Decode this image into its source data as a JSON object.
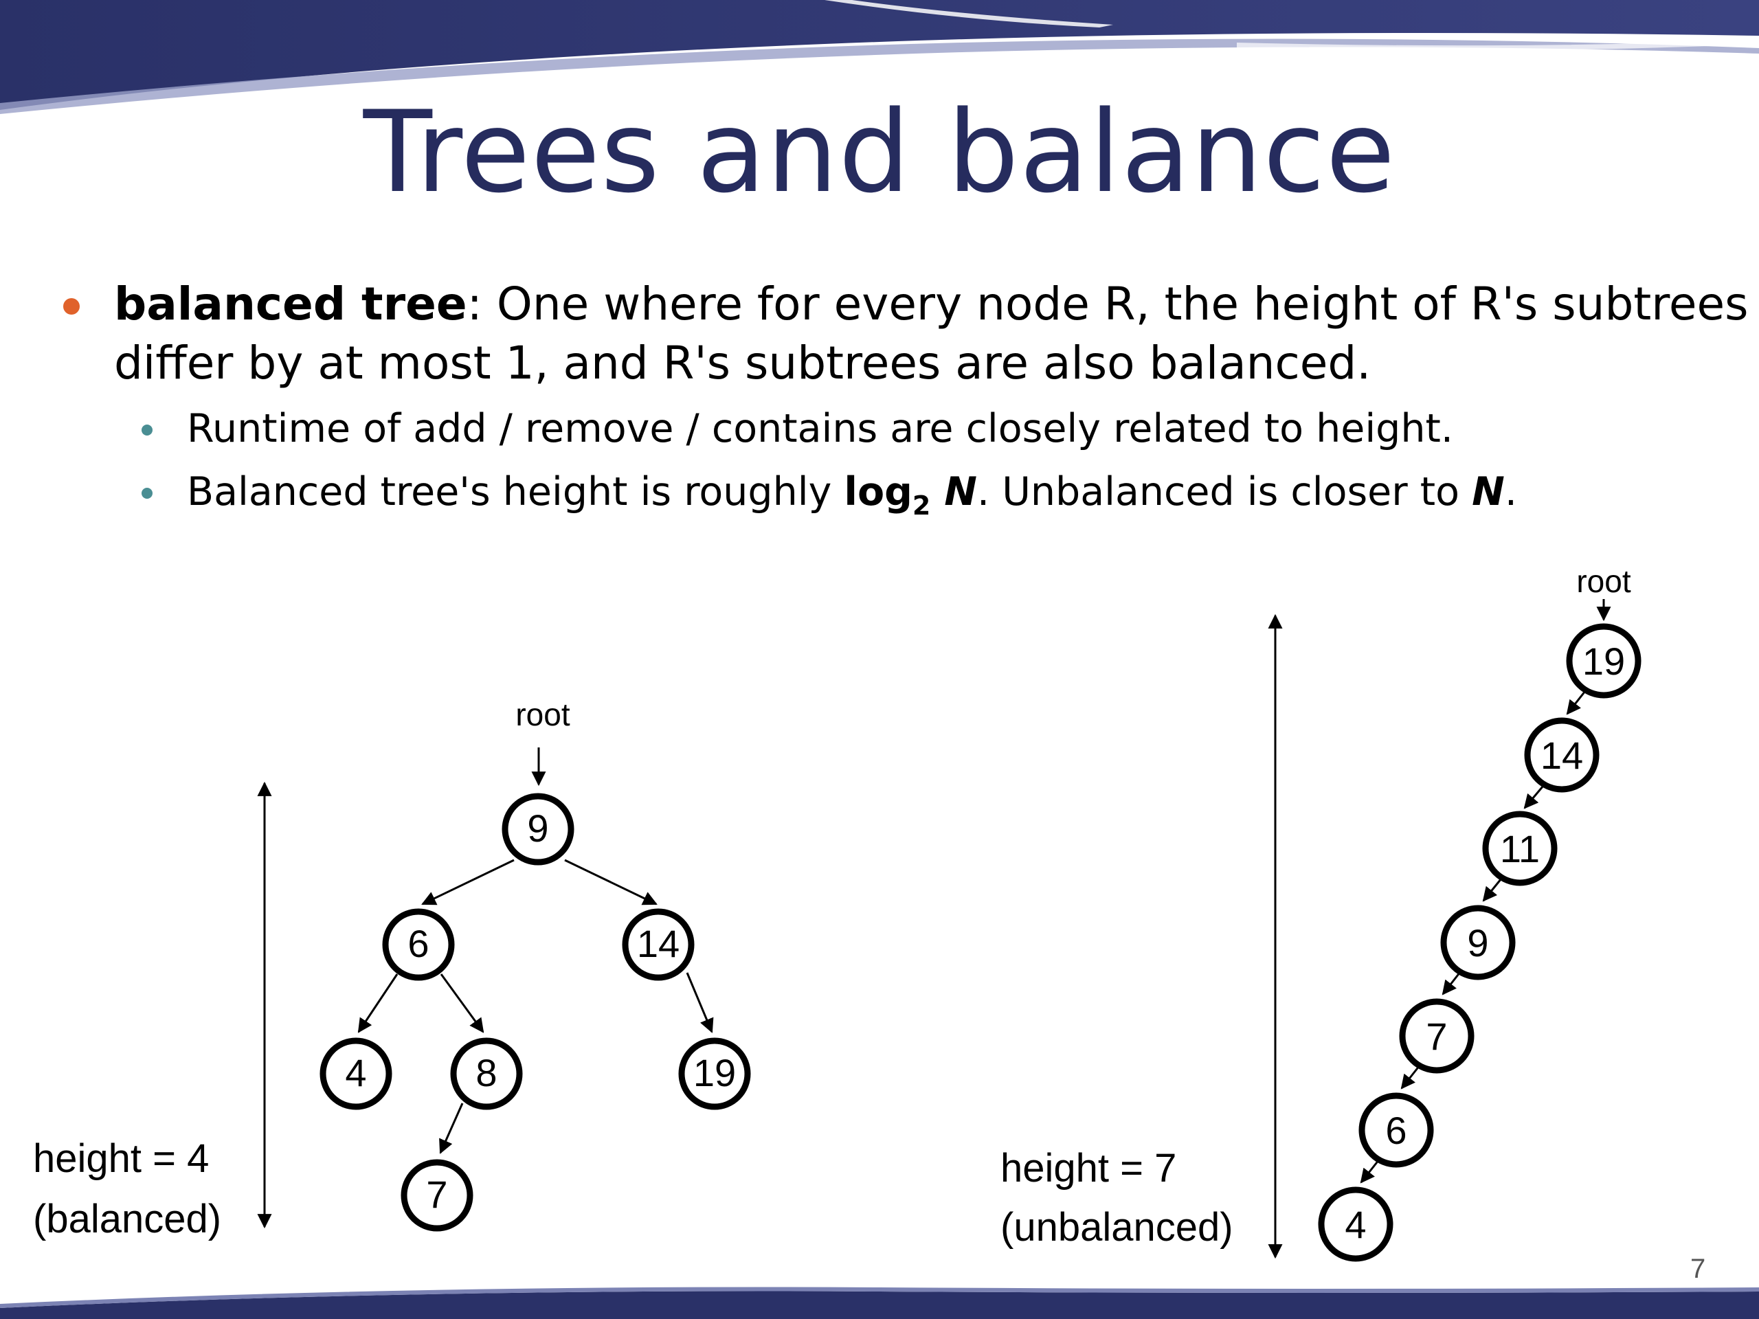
{
  "slide": {
    "title": "Trees and balance",
    "page_number": "7",
    "bullets": {
      "main_term": "balanced tree",
      "main_text": ": One where for every node R, the height of R's subtrees differ by at most 1, and R's subtrees are also balanced.",
      "sub1": "Runtime of add / remove / contains are closely related to height.",
      "sub2_pre": "Balanced tree's height is roughly ",
      "sub2_log": "log",
      "sub2_base": "2",
      "sub2_n1": "N",
      "sub2_mid": ".  Unbalanced is closer to ",
      "sub2_n2": "N",
      "sub2_end": "."
    },
    "balanced_tree": {
      "root_label": "root",
      "height_label": "height = 4",
      "balance_label": "(balanced)",
      "nodes": [
        "9",
        "6",
        "14",
        "4",
        "8",
        "19",
        "7"
      ]
    },
    "unbalanced_tree": {
      "root_label": "root",
      "height_label": "height = 7",
      "balance_label": "(unbalanced)",
      "nodes": [
        "19",
        "14",
        "11",
        "9",
        "7",
        "6",
        "4"
      ]
    },
    "colors": {
      "title": "#262c5e",
      "banner": "#2a3168",
      "main_bullet": "#e0622b",
      "sub_bullet": "#4a8e93"
    }
  }
}
